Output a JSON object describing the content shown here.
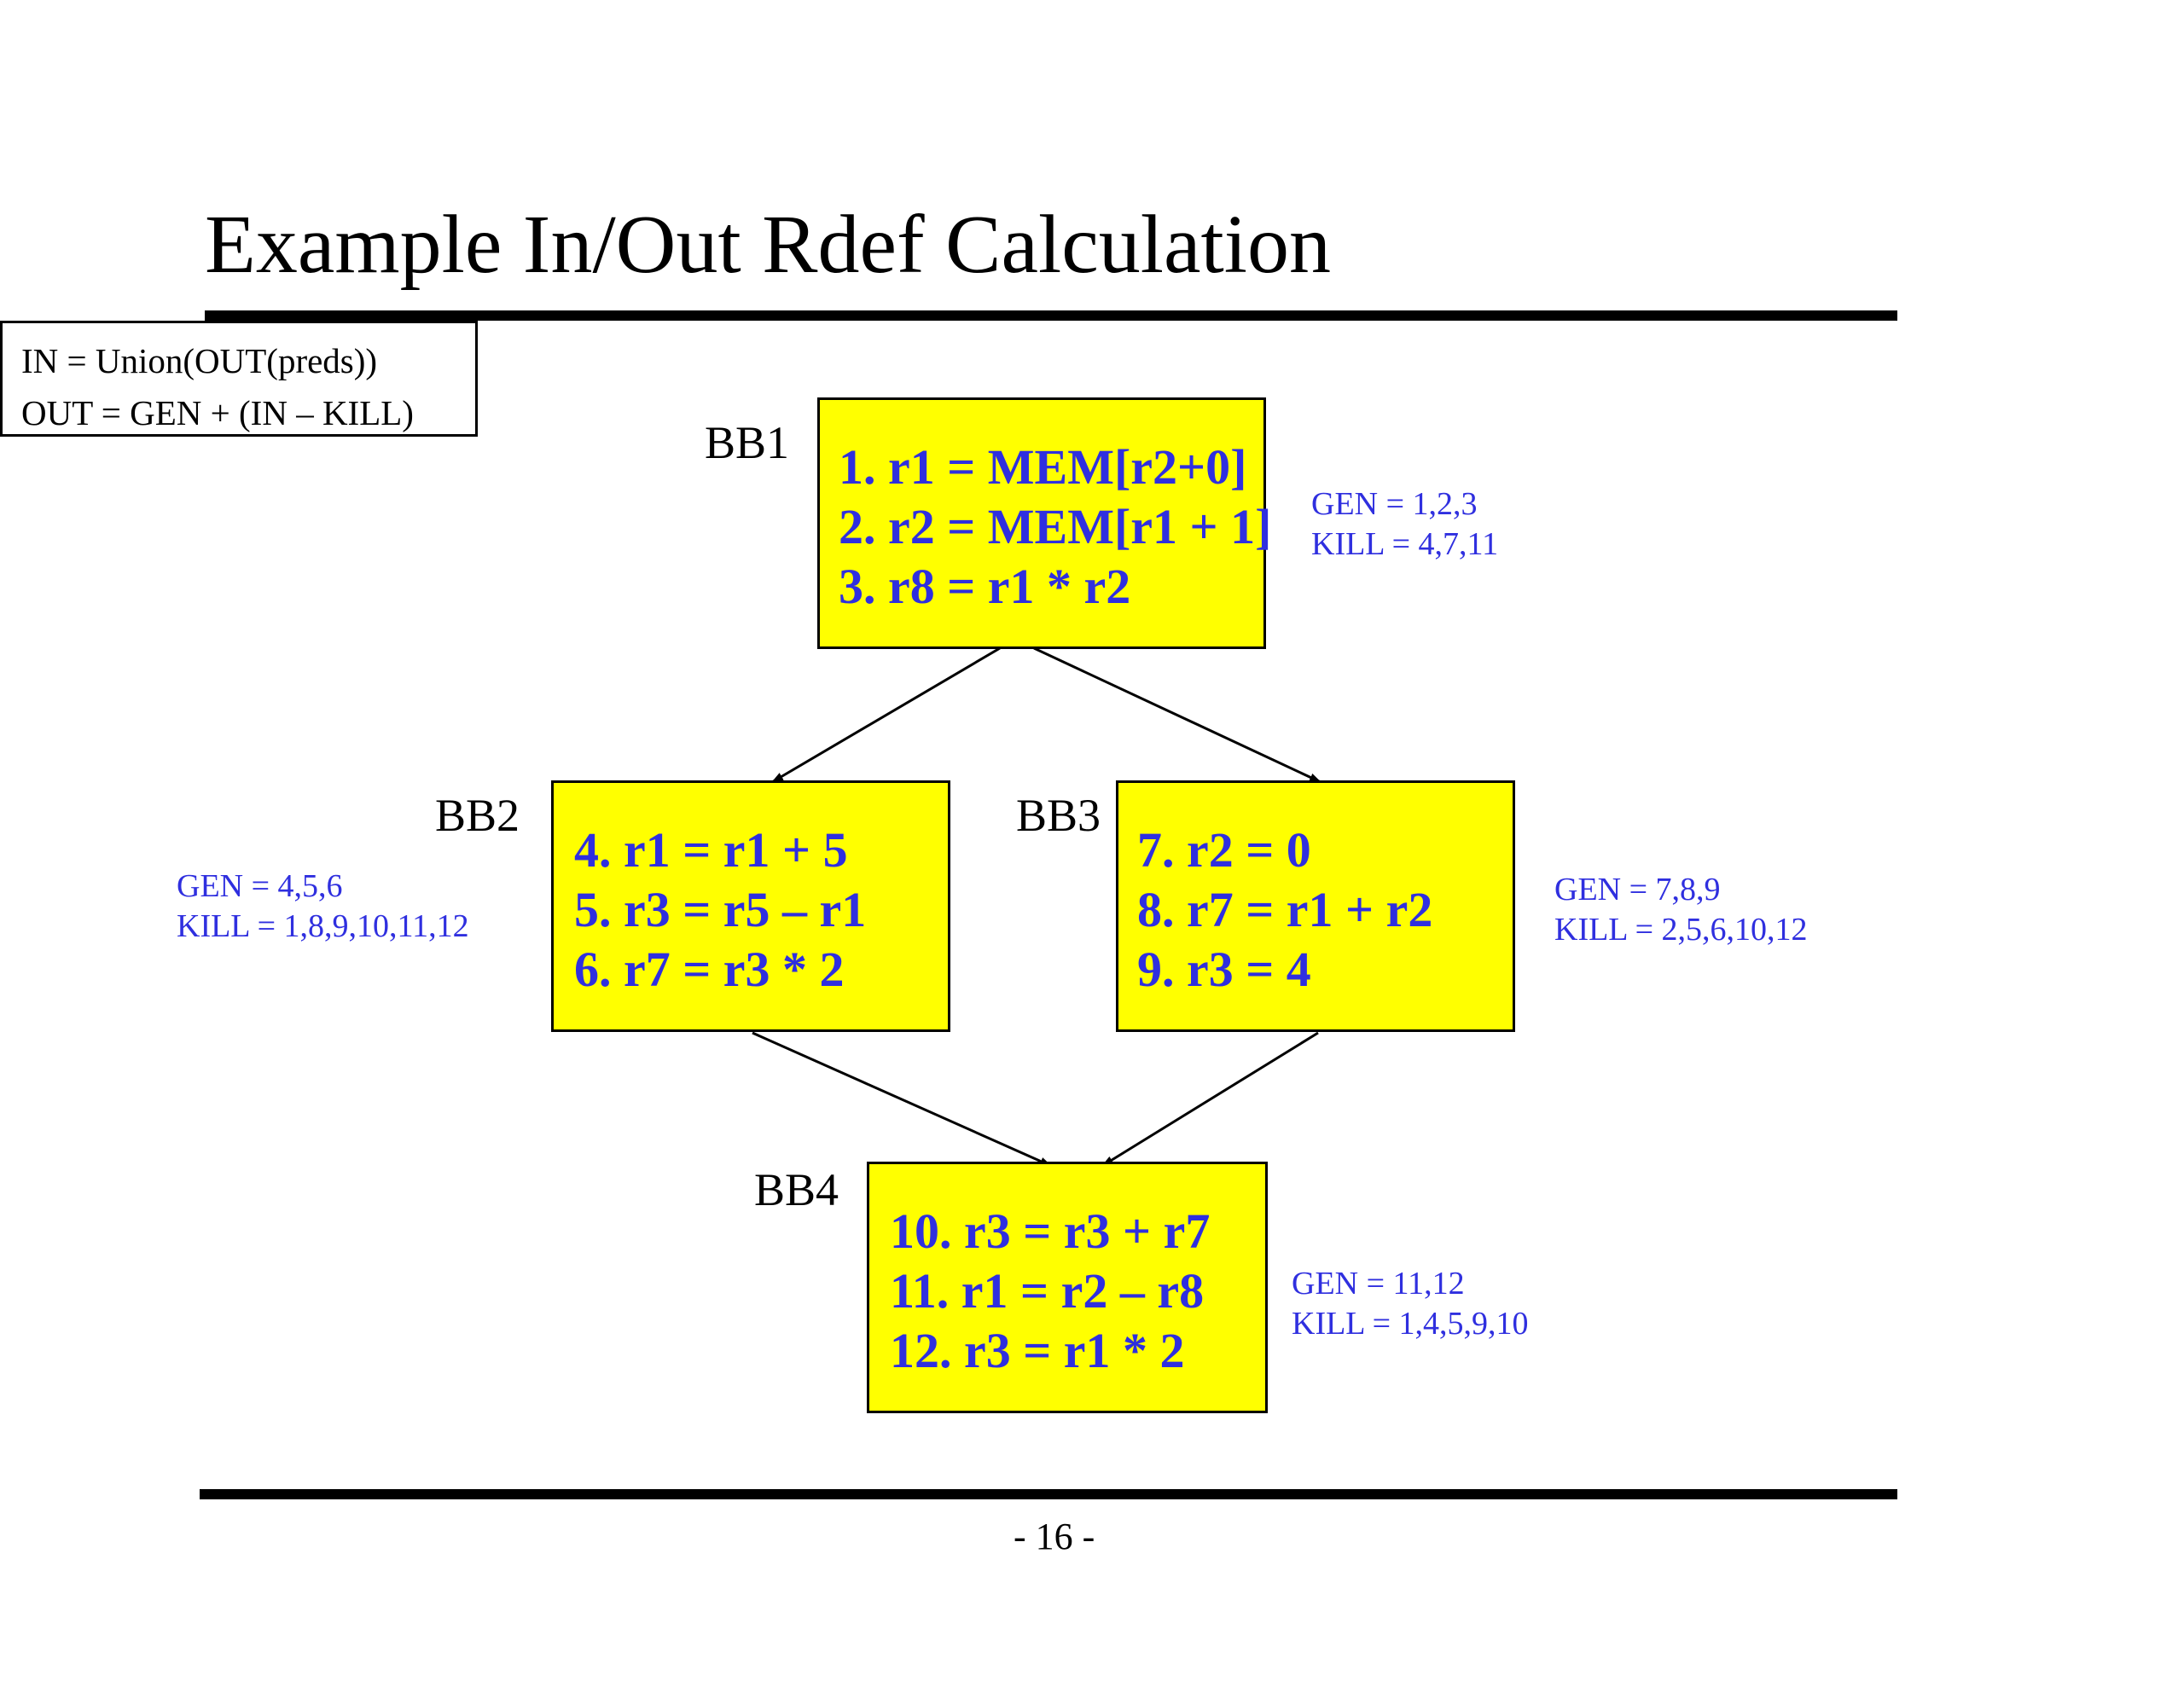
{
  "title": "Example In/Out Rdef Calculation",
  "formulas": {
    "in": "IN = Union(OUT(preds))",
    "out": "OUT = GEN + (IN – KILL)"
  },
  "blocks": {
    "bb1": {
      "label": "BB1",
      "statements": [
        "1. r1 = MEM[r2+0]",
        "2. r2 = MEM[r1 + 1]",
        "3. r8 = r1 * r2"
      ],
      "gen": "GEN = 1,2,3",
      "kill": "KILL = 4,7,11"
    },
    "bb2": {
      "label": "BB2",
      "statements": [
        "4. r1 = r1 + 5",
        "5. r3 = r5 – r1",
        "6. r7 = r3 * 2"
      ],
      "gen": "GEN = 4,5,6",
      "kill": "KILL = 1,8,9,10,11,12"
    },
    "bb3": {
      "label": "BB3",
      "statements": [
        "7. r2 = 0",
        "8. r7 = r1 + r2",
        "9. r3 = 4"
      ],
      "gen": "GEN = 7,8,9",
      "kill": "KILL = 2,5,6,10,12"
    },
    "bb4": {
      "label": "BB4",
      "statements": [
        "10. r3 = r3 + r7",
        "11. r1 = r2 – r8",
        "12. r3 = r1 * 2"
      ],
      "gen": "GEN = 11,12",
      "kill": "KILL = 1,4,5,9,10"
    }
  },
  "edges": [
    {
      "from": "BB1",
      "to": "BB2"
    },
    {
      "from": "BB1",
      "to": "BB3"
    },
    {
      "from": "BB2",
      "to": "BB4"
    },
    {
      "from": "BB3",
      "to": "BB4"
    }
  ],
  "page_number": "- 16 -",
  "colors": {
    "block_fill": "#ffff00",
    "code_text": "#2f2fdf",
    "annotation_text": "#2f2fdf"
  }
}
